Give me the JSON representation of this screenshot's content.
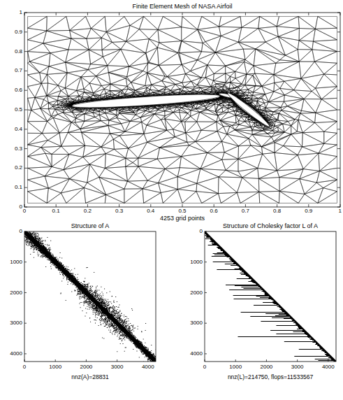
{
  "diagram": {
    "title": "Finite Element Mesh of NASA Airfoil",
    "labels": [
      "Structure of A",
      "Structure of Cholesky factor L of A",
      "4253 grid points",
      "nnz(A)=28831",
      "nnz(L)=214750, flops=11533567",
      "0",
      "0.1",
      "0.2",
      "0.3",
      "0.4",
      "0.5",
      "0.6",
      "0.7",
      "0.8",
      "0.9",
      "1",
      "0",
      "0.1",
      "0.2",
      "0.3",
      "0.4",
      "0.5",
      "0.6",
      "0.7",
      "0.8",
      "0.9",
      "1",
      "0",
      "1000",
      "2000",
      "3000",
      "4000",
      "0",
      "1000",
      "2000",
      "3000",
      "4000",
      "0",
      "1000",
      "2000",
      "3000",
      "4000",
      "0",
      "1000",
      "2000",
      "3000",
      "4000"
    ]
  }
}
